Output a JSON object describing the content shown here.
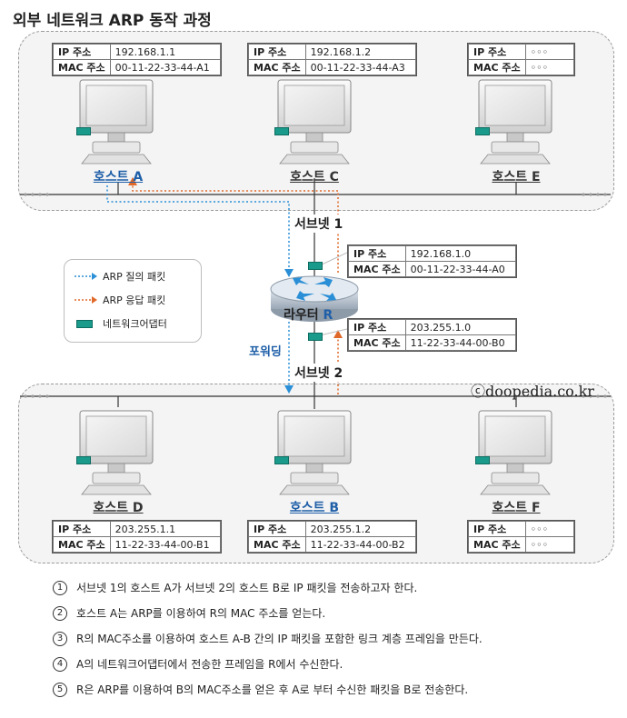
{
  "title": "외부 네트워크 ARP 동작 과정",
  "colors": {
    "arp_request": "#2a8fd6",
    "arp_reply": "#e0692a",
    "adapter": "#1a9a8a",
    "host_highlight": "#1f5fa8"
  },
  "subnet1": {
    "label": "서브넷 1",
    "hosts": [
      {
        "name": "호스트 A",
        "ip_key": "IP 주소",
        "ip": "192.168.1.1",
        "mac_key": "MAC 주소",
        "mac": "00-11-22-33-44-A1"
      },
      {
        "name": "호스트 C",
        "ip_key": "IP 주소",
        "ip": "192.168.1.2",
        "mac_key": "MAC 주소",
        "mac": "00-11-22-33-44-A3"
      },
      {
        "name": "호스트 E",
        "ip_key": "IP 주소",
        "ip": "◦◦◦",
        "mac_key": "MAC 주소",
        "mac": "◦◦◦"
      }
    ]
  },
  "router": {
    "name_prefix": "라우터",
    "name_letter": "R",
    "if1": {
      "ip_key": "IP 주소",
      "ip": "192.168.1.0",
      "mac_key": "MAC 주소",
      "mac": "00-11-22-33-44-A0"
    },
    "if2": {
      "ip_key": "IP 주소",
      "ip": "203.255.1.0",
      "mac_key": "MAC 주소",
      "mac": "11-22-33-44-00-B0"
    }
  },
  "forward_label": "포워딩",
  "subnet2": {
    "label": "서브넷 2",
    "hosts": [
      {
        "name": "호스트 D",
        "ip_key": "IP 주소",
        "ip": "203.255.1.1",
        "mac_key": "MAC 주소",
        "mac": "11-22-33-44-00-B1"
      },
      {
        "name": "호스트 B",
        "ip_key": "IP 주소",
        "ip": "203.255.1.2",
        "mac_key": "MAC 주소",
        "mac": "11-22-33-44-00-B2"
      },
      {
        "name": "호스트 F",
        "ip_key": "IP 주소",
        "ip": "◦◦◦",
        "mac_key": "MAC 주소",
        "mac": "◦◦◦"
      }
    ]
  },
  "legend": {
    "arp_request": "ARP 질의 패킷",
    "arp_reply": "ARP 응답 패킷",
    "adapter": "네트워크어댑터"
  },
  "copyright": "ⓒdoopedia.co.kr",
  "steps": [
    {
      "num": "1",
      "text": "서브넷 1의 호스트 A가 서브넷 2의 호스트 B로 IP 패킷을 전송하고자 한다."
    },
    {
      "num": "2",
      "text": "호스트 A는 ARP를 이용하여 R의 MAC 주소를 얻는다."
    },
    {
      "num": "3",
      "text": "R의 MAC주소를 이용하여 호스트 A-B 간의 IP 패킷을 포함한 링크 계층 프레임을 만든다."
    },
    {
      "num": "4",
      "text": "A의 네트워크어댑터에서 전송한 프레임을 R에서 수신한다."
    },
    {
      "num": "5",
      "text": "R은 ARP를 이용하여 B의 MAC주소를 얻은 후 A로 부터 수신한 패킷을 B로 전송한다."
    }
  ]
}
